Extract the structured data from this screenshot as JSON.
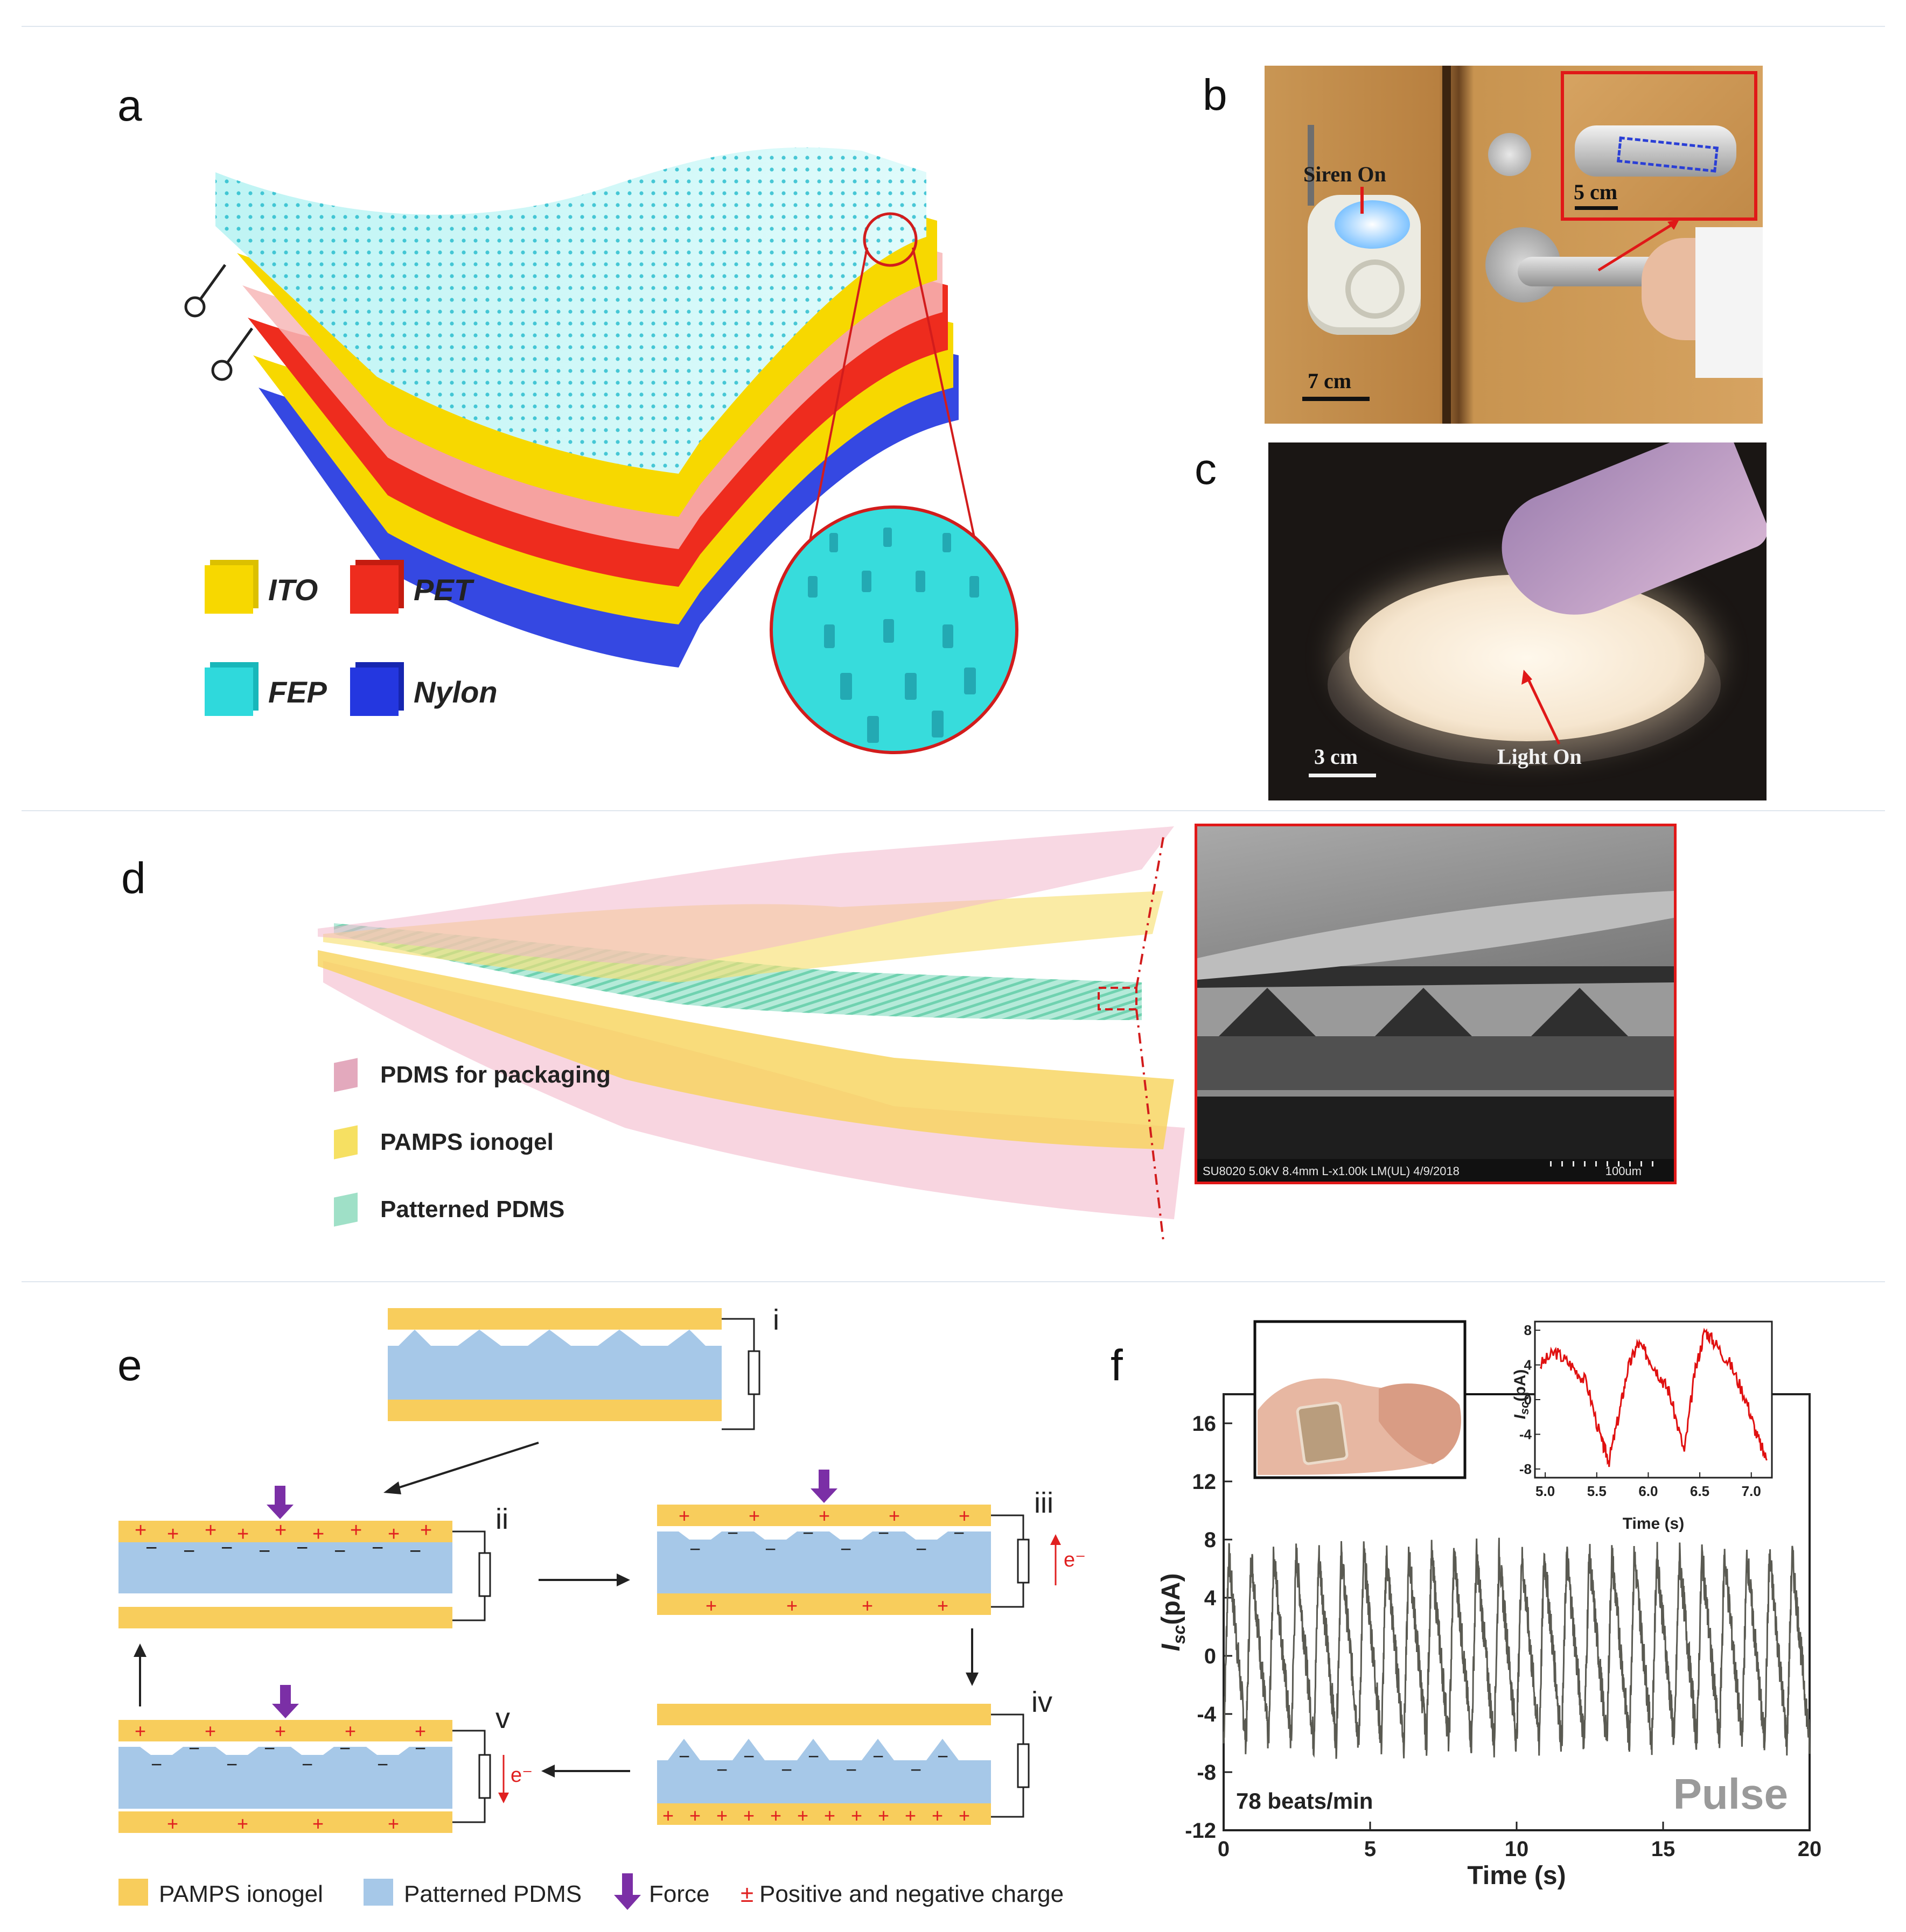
{
  "panels": {
    "a": {
      "letter": "a",
      "legend": [
        {
          "label": "ITO",
          "color": "#f7d800"
        },
        {
          "label": "PET",
          "color": "#ee2c1e"
        },
        {
          "label": "FEP",
          "color": "#2fd9dc"
        },
        {
          "label": "Nylon",
          "color": "#2437e0"
        }
      ]
    },
    "b": {
      "letter": "b",
      "siren_label": "Siren On",
      "scale_inset": "5 cm",
      "scale_main": "7 cm"
    },
    "c": {
      "letter": "c",
      "light_label": "Light On",
      "scale": "3 cm"
    },
    "d": {
      "letter": "d",
      "legend": [
        {
          "label": "PDMS for packaging",
          "color": "#e3a9bd"
        },
        {
          "label": "PAMPS ionogel",
          "color": "#f6e062"
        },
        {
          "label": "Patterned PDMS",
          "color": "#9fe0c7"
        }
      ],
      "sem_caption": "SU8020 5.0kV 8.4mm L-x1.00k LM(UL) 4/9/2018",
      "sem_scale": "100um"
    },
    "e": {
      "letter": "e",
      "stages": [
        "i",
        "ii",
        "iii",
        "iv",
        "v"
      ],
      "electron": "e⁻",
      "legend": {
        "ionogel": "PAMPS ionogel",
        "pdms": "Patterned PDMS",
        "force": "Force",
        "charge_symbol": "±",
        "charge": "Positive and negative charge"
      },
      "colors": {
        "ionogel": "#f8cd5c",
        "pdms": "#a6c8e8",
        "force": "#7b2fa6",
        "charge": "#e02020"
      }
    },
    "f": {
      "letter": "f",
      "annotation": "78 beats/min",
      "watermark": "Pulse"
    }
  },
  "chart_data": [
    {
      "type": "line",
      "xlabel": "Time (s)",
      "ylabel": "I",
      "ylabel_sub": "sc",
      "ylabel_unit": "(pA)",
      "xlim": [
        0,
        20
      ],
      "ylim": [
        -12,
        18
      ],
      "xticks": [
        0,
        5,
        10,
        15,
        20
      ],
      "yticks": [
        -12,
        -8,
        -4,
        0,
        4,
        8,
        12,
        16
      ],
      "signal": {
        "beats_per_min": 78,
        "peak": 7,
        "trough": -6
      },
      "color": "#5a5a52"
    },
    {
      "type": "line",
      "xlabel": "Time (s)",
      "ylabel": "I",
      "ylabel_sub": "sc",
      "ylabel_unit": "(pA)",
      "xlim": [
        4.9,
        7.2
      ],
      "ylim": [
        -9,
        9
      ],
      "xticks": [
        5.0,
        5.5,
        6.0,
        6.5,
        7.0
      ],
      "xtick_labels": [
        "5.0",
        "5.5",
        "6.0",
        "6.5",
        "7.0"
      ],
      "yticks": [
        -8,
        -4,
        0,
        4,
        8
      ],
      "x": [
        4.95,
        5.1,
        5.25,
        5.4,
        5.55,
        5.62,
        5.72,
        5.8,
        5.9,
        6.0,
        6.1,
        6.2,
        6.35,
        6.45,
        6.55,
        6.65,
        6.8,
        6.95,
        7.05,
        7.15
      ],
      "y": [
        4.0,
        5.5,
        4.0,
        2.0,
        -5.0,
        -7.0,
        -1.5,
        3.5,
        6.5,
        5.0,
        3.0,
        1.0,
        -6.0,
        3.0,
        8.0,
        6.5,
        4.0,
        0.0,
        -4.0,
        -7.0
      ],
      "color": "#e01010"
    }
  ]
}
